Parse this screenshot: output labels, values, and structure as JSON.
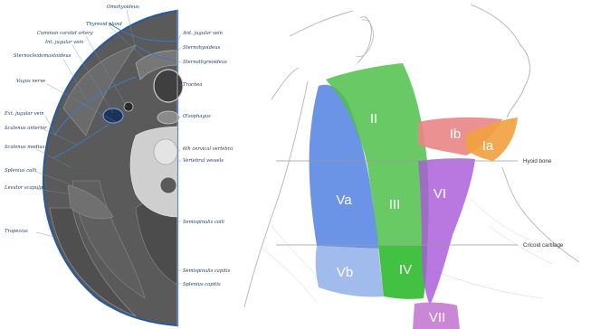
{
  "left_panel": {
    "labels_left": [
      "Omohyoideus",
      "Thyreoid gland",
      "Common carotid artery",
      "Int. jugular vein",
      "Sternocleidomastoideus",
      "Vagus nerve",
      "Ext. jugular vein",
      "Scalenus anterior",
      "Scalenus medius",
      "Splenius colli",
      "Levator scapulæ",
      "Trapezius"
    ],
    "labels_right": [
      "Ant. jugular vein",
      "Sternohyoideus",
      "Sternothyreoideus",
      "Trachea",
      "Œsophagus",
      "6th cervical vertebra",
      "Vertebral vessels",
      "Semispinalis colli",
      "Semispinalis capitis",
      "Splenius capitis"
    ]
  },
  "right_panel": {
    "zones": {
      "I_b": "Ib",
      "I_a": "Ia",
      "II": "II",
      "III": "III",
      "IV": "IV",
      "V_a": "Va",
      "V_b": "Vb",
      "VI": "VI",
      "VII": "VII"
    },
    "reference_lines": {
      "hyoid": "Hyoid bone",
      "cricoid": "Cricoid cartilage"
    },
    "colors": {
      "level_I_b": "#e98585",
      "level_I_a": "#f2a242",
      "level_II": "#4fc04a",
      "level_III": "#4fc04a",
      "level_IV": "#2dba2d",
      "level_V": "#4a7de0",
      "level_VI": "#a85ad8",
      "level_VII": "#c47ad2"
    }
  }
}
